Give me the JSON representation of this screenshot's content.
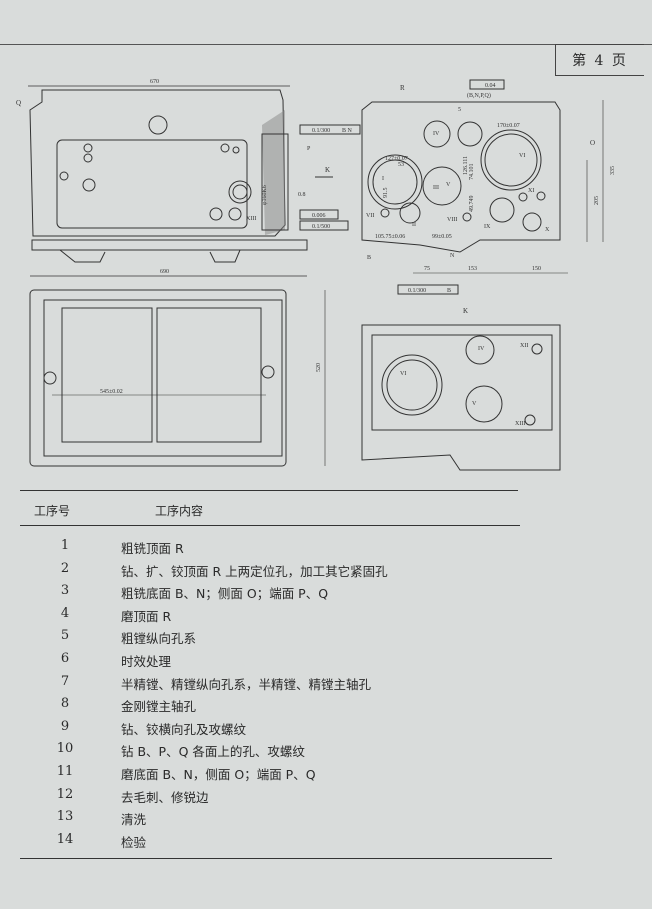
{
  "page_label": "第 4 页",
  "drawing": {
    "side_view": {
      "width_top": "670",
      "width_bottom": "690",
      "bore": "φ160K6",
      "face_q": "Q",
      "face_p": "P",
      "view_k": "K",
      "perp_tol": "0.1/300",
      "datum_bn": "B N",
      "round_tol": "0.006",
      "para_tol": "0.1/500",
      "hole_xiii": "XIII",
      "roughness": "0.8"
    },
    "plan_view": {
      "length": "545±0.02",
      "width": "520"
    },
    "end_view": {
      "face_r": "R",
      "flat_tol": "0.04",
      "flat_datums": "(B,N,P,Q)",
      "dim_127": "127±0.07",
      "dim_170": "170±0.07",
      "dim_53": "53",
      "dim_915": "91.5",
      "dim_126": "126.111",
      "dim_74": "74.101",
      "dim_49": "49.749",
      "dim_99": "99±0.05",
      "dim_105": "105.75±0.06",
      "dim_75": "75",
      "dim_153": "153",
      "dim_150": "150",
      "dim_205": "205",
      "dim_335": "335",
      "dim_5": "5",
      "face_o": "O",
      "datum_b": "B",
      "datum_n": "N",
      "perp_tol": "0.1/300",
      "perp_datum": "B",
      "holes": [
        "I",
        "II",
        "III",
        "IV",
        "V",
        "VI",
        "VII",
        "VIII",
        "IX",
        "X",
        "XI"
      ]
    },
    "k_view": {
      "label": "K",
      "holes": [
        "IV",
        "VI",
        "V",
        "XII",
        "XIII"
      ]
    }
  },
  "table": {
    "headers": [
      "工序号",
      "工序内容"
    ],
    "rows": [
      {
        "no": "1",
        "content": "粗铣顶面 R"
      },
      {
        "no": "2",
        "content": "钻、扩、铰顶面 R 上两定位孔，加工其它紧固孔"
      },
      {
        "no": "3",
        "content": "粗铣底面 B、N；侧面 O；端面 P、Q"
      },
      {
        "no": "4",
        "content": "磨顶面 R"
      },
      {
        "no": "5",
        "content": "粗镗纵向孔系"
      },
      {
        "no": "6",
        "content": "时效处理"
      },
      {
        "no": "7",
        "content": "半精镗、精镗纵向孔系，半精镗、精镗主轴孔"
      },
      {
        "no": "8",
        "content": "金刚镗主轴孔"
      },
      {
        "no": "9",
        "content": "钻、铰横向孔及攻螺纹"
      },
      {
        "no": "10",
        "content": "钻 B、P、Q 各面上的孔、攻螺纹"
      },
      {
        "no": "11",
        "content": "磨底面 B、N，侧面 O；端面 P、Q"
      },
      {
        "no": "12",
        "content": "去毛刺、修锐边"
      },
      {
        "no": "13",
        "content": "清洗"
      },
      {
        "no": "14",
        "content": "检验"
      }
    ]
  }
}
